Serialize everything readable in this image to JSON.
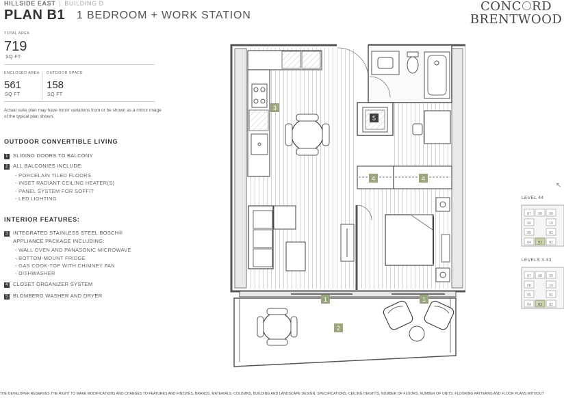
{
  "header": {
    "project": "HILLSIDE EAST",
    "separator": "|",
    "building": "BUILDING D",
    "plan_code": "PLAN B1",
    "plan_description": "1 BEDROOM + WORK STATION"
  },
  "logo": {
    "line1_left": "CONC",
    "line1_right": "RD",
    "line2": "BRENTWOOD"
  },
  "areas": {
    "total_label": "TOTAL AREA",
    "total_value": "719",
    "total_unit": "SQ FT",
    "enclosed_label": "ENCLOSED AREA",
    "enclosed_value": "561",
    "enclosed_unit": "SQ FT",
    "outdoor_label": "OUTDOOR SPACE",
    "outdoor_value": "158",
    "outdoor_unit": "SQ FT"
  },
  "disclaimer": "Actual suite plan may have minor variations from or be shown as a mirror image of the typical plan shown.",
  "outdoor": {
    "heading": "OUTDOOR CONVERTIBLE LIVING",
    "item1_num": "1",
    "item1": "SLIDING DOORS TO BALCONY",
    "item2_num": "2",
    "item2": "ALL BALCONIES INCLUDE:",
    "sub": [
      "- PORCELAIN TILED FLOORS",
      "- INSET RADIANT CEILING HEATER(S)",
      "- PANEL SYSTEM FOR SOFFIT",
      "- LED LIGHTING"
    ]
  },
  "interior": {
    "heading": "INTERIOR FEATURES:",
    "item3_num": "3",
    "item3_line1": "INTEGRATED STAINLESS STEEL BOSCH®",
    "item3_line2": "APPLIANCE PACKAGE INCLUDING:",
    "sub": [
      "- WALL OVEN AND PANASONIC MICROWAVE",
      "- BOTTOM-MOUNT FRIDGE",
      "- GAS COOK-TOP WITH CHIMNEY FAN",
      "- DISHWASHER"
    ],
    "item4_num": "4",
    "item4": "CLOSET ORGANIZER SYSTEM",
    "item5_num": "5",
    "item5": "BLOMBERG WASHER AND DRYER"
  },
  "plan_markers": {
    "m3": "3",
    "m5": "5",
    "m4a": "4",
    "m4b": "4",
    "m1a": "1",
    "m1b": "1",
    "m2": "2"
  },
  "keyplan": {
    "level44_label": "LEVEL 44",
    "level44_units": [
      "07",
      "08",
      "09",
      "06",
      "10",
      "05",
      "01",
      "04",
      "03",
      "02"
    ],
    "levels_label": "LEVELS 3-33",
    "levels_units": [
      "07",
      "08",
      "09",
      "06",
      "10",
      "05",
      "01",
      "04",
      "03",
      "02"
    ]
  },
  "footer": "THE DEVELOPER RESERVES THE RIGHT TO MAKE MODIFICATIONS AND CHANGES TO FEATURES AND FINISHES, BRANDS, MATERIALS, COLUMNS, BUILDING AND LANDSCAPE DESIGN, SPECIFICATIONS, CEILING HEIGHTS, NUMBER OF FLOORS, NUMBER OF UNITS, FLOORING PATTERNS AND FLOOR PLANS WITHOUT",
  "colors": {
    "accent_green": "#9aa77e",
    "wall": "#555555",
    "marker": "#3d3d3d"
  }
}
